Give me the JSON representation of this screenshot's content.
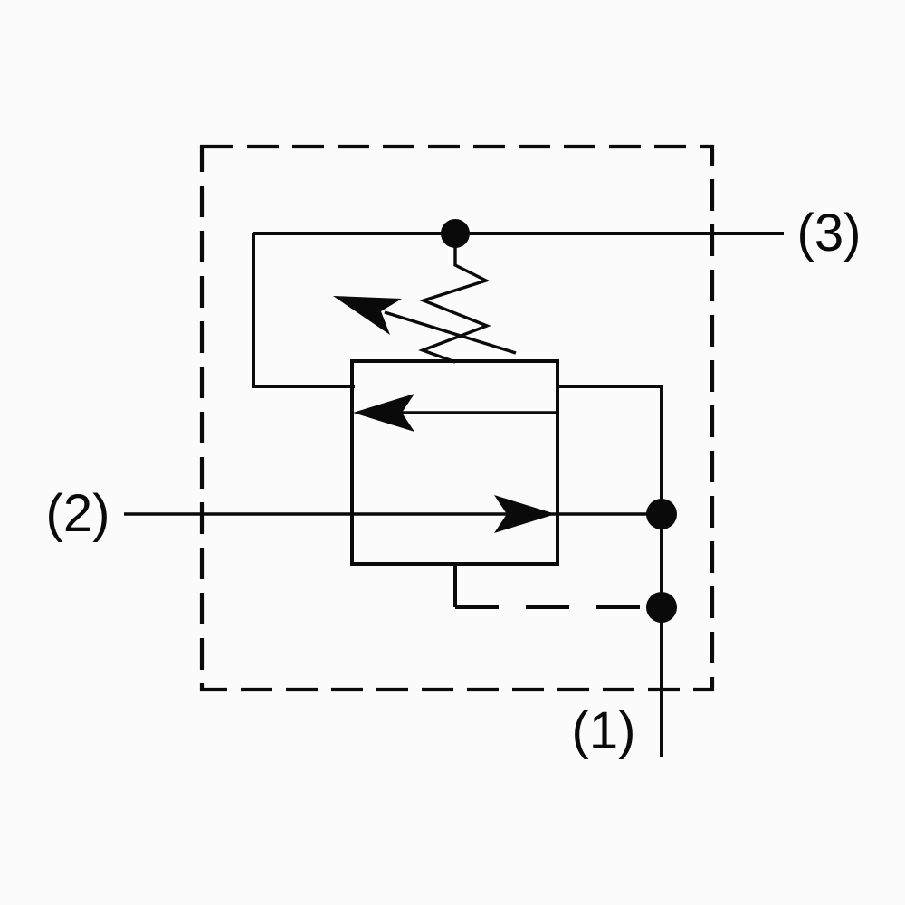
{
  "diagram": {
    "kind": "hydraulic-valve-schematic",
    "ports": {
      "port1": {
        "label": "(1)"
      },
      "port2": {
        "label": "(2)"
      },
      "port3": {
        "label": "(3)"
      }
    }
  },
  "colors": {
    "line": "#0a0a0a",
    "background": "#fbfbfb"
  }
}
